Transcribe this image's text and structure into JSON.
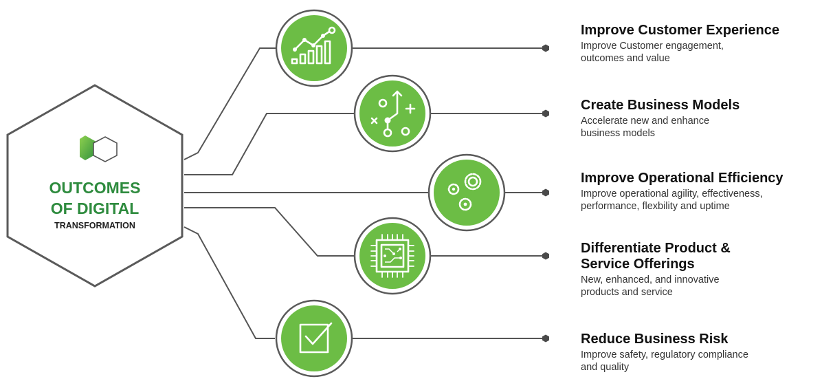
{
  "colors": {
    "accent": "#6cbd45",
    "accent_dark": "#2f8f3d",
    "line": "#555555",
    "text": "#111111"
  },
  "hub": {
    "logo_icon": "hexagon-logo-icon",
    "title_line1": "OUTCOMES",
    "title_line2": "OF DIGITAL",
    "subtitle": "TRANSFORMATION"
  },
  "outcomes": [
    {
      "icon": "growth-chart-icon",
      "title": "Improve Customer Experience",
      "desc_line1": "Improve Customer engagement,",
      "desc_line2": "outcomes and value"
    },
    {
      "icon": "strategy-play-icon",
      "title": "Create Business Models",
      "desc_line1": "Accelerate new and enhance",
      "desc_line2": "business models"
    },
    {
      "icon": "gears-icon",
      "title": "Improve Operational Efficiency",
      "desc_line1": "Improve operational agility, effectiveness,",
      "desc_line2": "performance, flexbility and uptime"
    },
    {
      "icon": "chip-icon",
      "title_line1": "Differentiate Product &",
      "title_line2": "Service Offerings",
      "desc_line1": "New, enhanced, and innovative",
      "desc_line2": "products and service"
    },
    {
      "icon": "checkbox-icon",
      "title": "Reduce Business Risk",
      "desc_line1": "Improve safety, regulatory compliance",
      "desc_line2": "and quality"
    }
  ]
}
